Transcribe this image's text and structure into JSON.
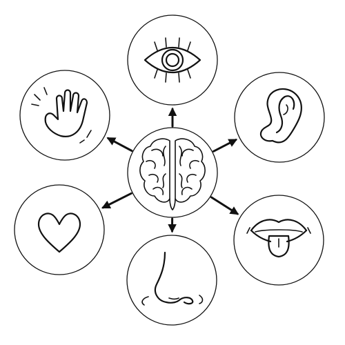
{
  "colors": {
    "ink": "#111111",
    "background": "#ffffff"
  },
  "center": {
    "icon": "brain-icon"
  },
  "senses": [
    {
      "id": "sight",
      "icon": "eye-icon"
    },
    {
      "id": "hearing",
      "icon": "ear-icon"
    },
    {
      "id": "taste",
      "icon": "tongue-mouth-icon"
    },
    {
      "id": "smell",
      "icon": "nose-icon"
    },
    {
      "id": "feeling",
      "icon": "heart-icon"
    },
    {
      "id": "touch",
      "icon": "hand-icon"
    }
  ]
}
